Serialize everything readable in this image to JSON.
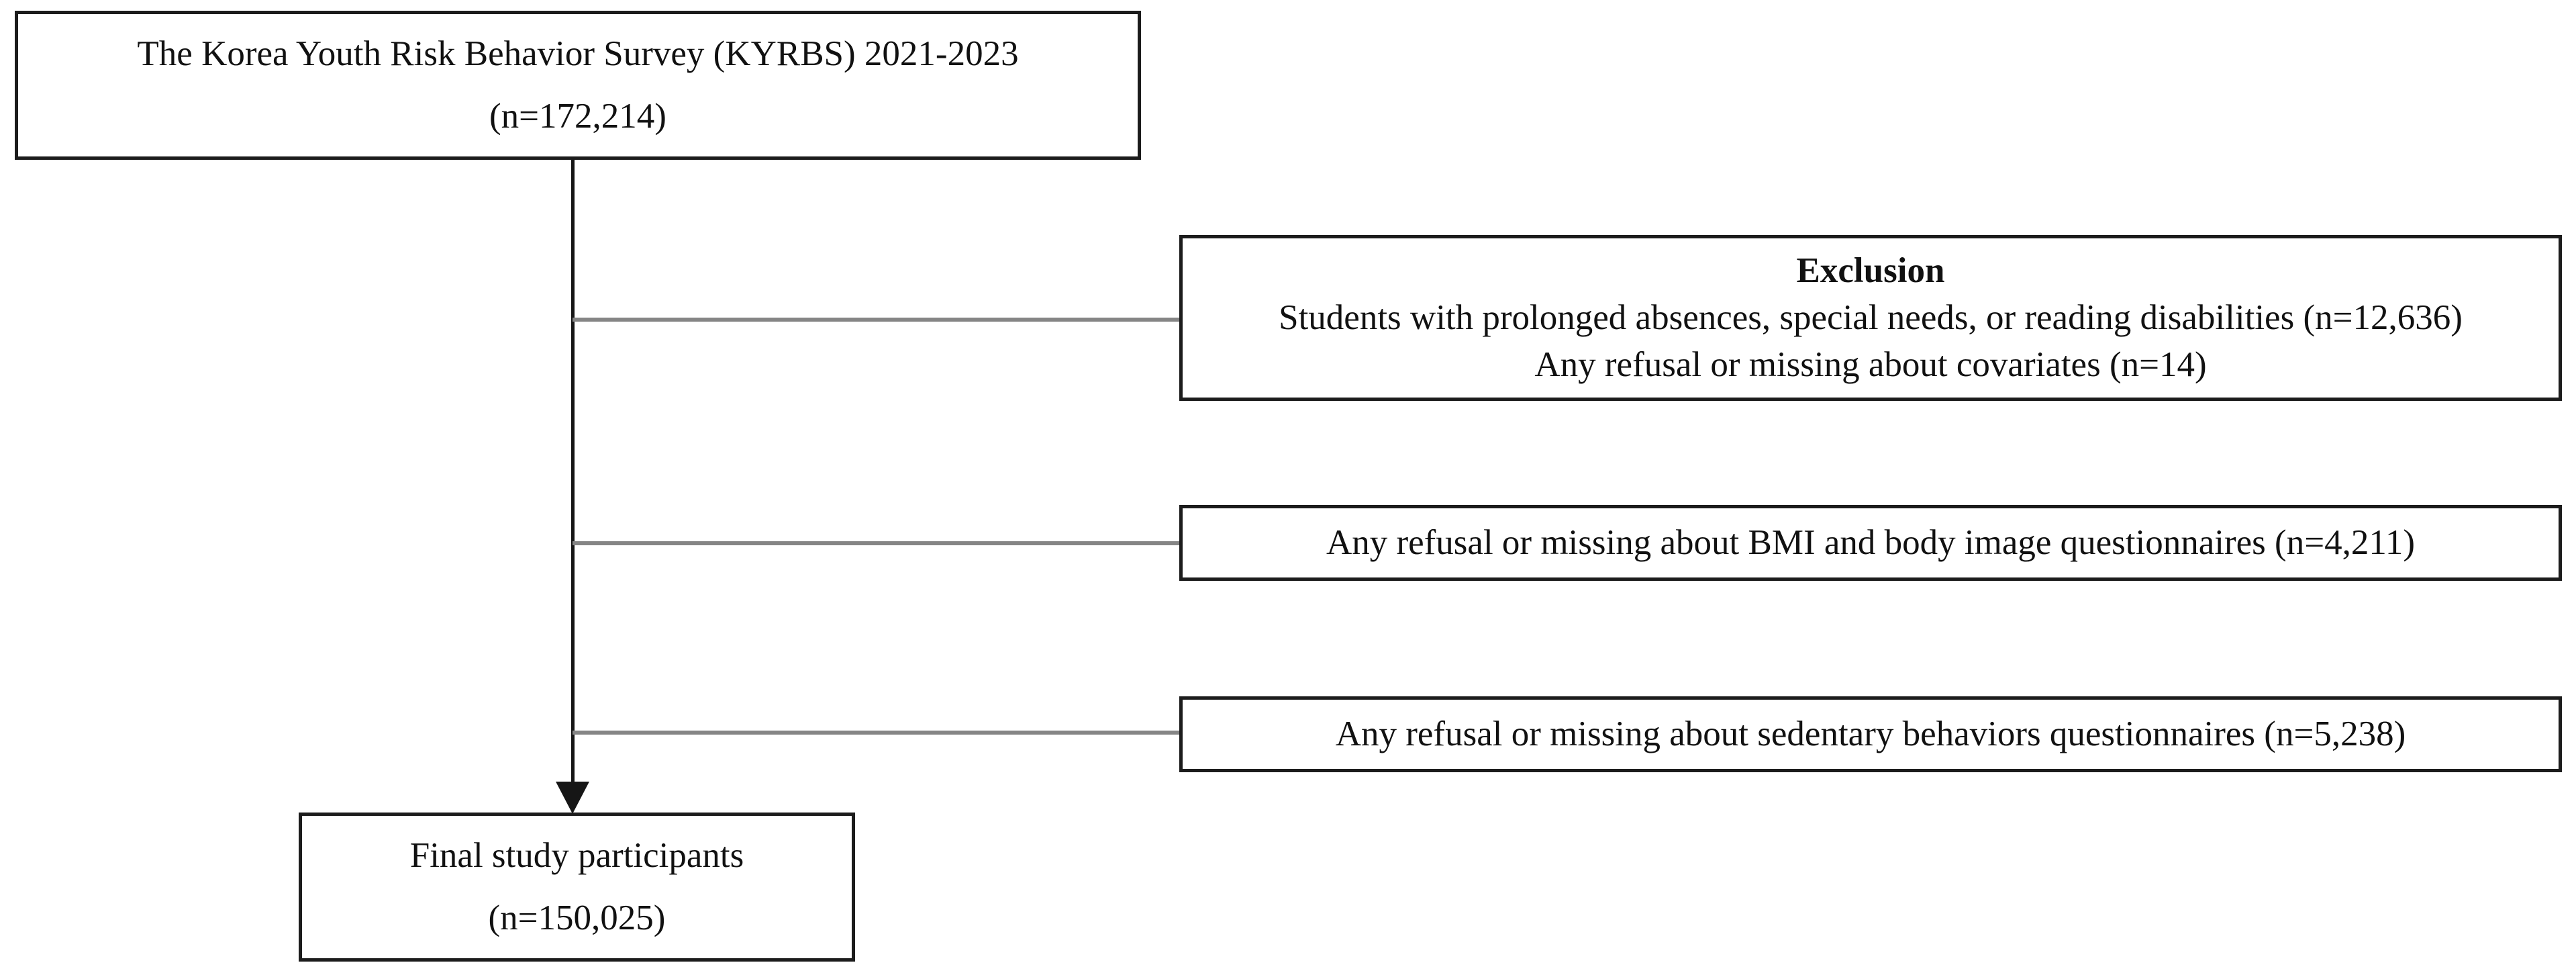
{
  "diagram": {
    "type": "flowchart",
    "description": "Participant selection flow diagram for a survey study"
  },
  "boxes": {
    "source": {
      "line1": "The Korea Youth Risk Behavior Survey (KYRBS) 2021-2023",
      "line2": "(n=172,214)"
    },
    "exclusion": {
      "title": "Exclusion",
      "line1": "Students with prolonged absences, special needs, or reading disabilities (n=12,636)",
      "line2": "Any refusal or missing about covariates (n=14)"
    },
    "bmi": {
      "text": "Any refusal or missing about BMI and body image questionnaires (n=4,211)"
    },
    "sedentary": {
      "text": "Any refusal or missing about sedentary behaviors questionnaires (n=5,238)"
    },
    "final": {
      "line1": "Final study participants",
      "line2": "(n=150,025)"
    }
  },
  "colors": {
    "background": "#ffffff",
    "box_border": "#1c1c1c",
    "text": "#111111",
    "vertical_connector": "#161616",
    "horizontal_connector": "#858585"
  }
}
